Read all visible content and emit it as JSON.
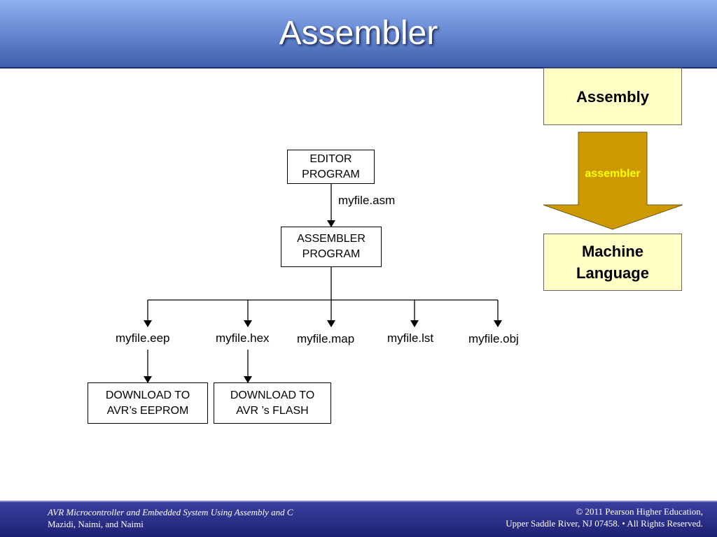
{
  "slide": {
    "title": "Assembler"
  },
  "diagram": {
    "editor_line1": "EDITOR",
    "editor_line2": "PROGRAM",
    "asm_file": "myfile.asm",
    "assembler_line1": "ASSEMBLER",
    "assembler_line2": "PROGRAM",
    "outputs": [
      "myfile.eep",
      "myfile.hex",
      "myfile.map",
      "myfile.lst",
      "myfile.obj"
    ],
    "download_eeprom_line1": "DOWNLOAD TO",
    "download_eeprom_line2": "AVR’s EEPROM",
    "download_flash_line1": "DOWNLOAD TO",
    "download_flash_line2": "AVR ’s FLASH"
  },
  "side": {
    "assembly": "Assembly",
    "arrow_label": "assembler",
    "machine_line1": "Machine",
    "machine_line2": "Language",
    "box_fill": "#ffffc6",
    "arrow_fill": "#cc9900"
  },
  "footer": {
    "left_line1": "AVR Microcontroller and Embedded System Using Assembly and C",
    "left_line2": "Mazidi, Naimi, and Naimi",
    "right_line1": "© 2011   Pearson Higher Education,",
    "right_line2": "Upper Saddle River, NJ 07458. • All Rights Reserved."
  }
}
